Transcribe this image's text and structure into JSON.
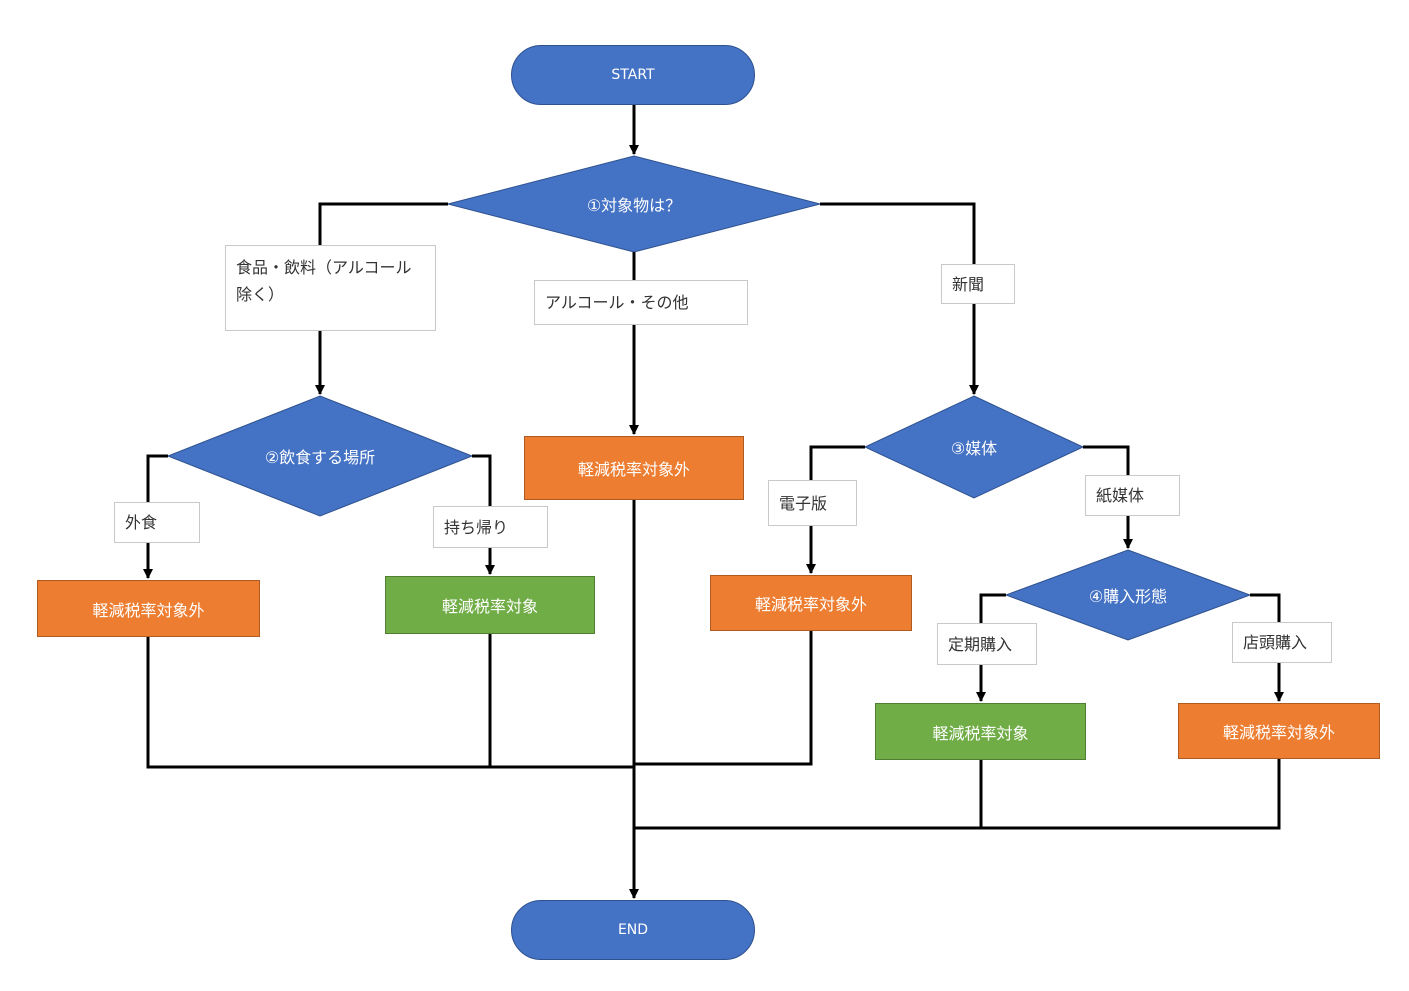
{
  "terminals": {
    "start": "START",
    "end": "END"
  },
  "decisions": {
    "q1": "①対象物は？",
    "q2": "②飲食する場所",
    "q3": "③媒体",
    "q4": "④購入形態"
  },
  "branches": {
    "food": "食品・飲料（アルコール除く）",
    "alcohol_other": "アルコール・その他",
    "newspaper": "新聞",
    "dine_in": "外食",
    "takeout": "持ち帰り",
    "digital": "電子版",
    "paper": "紙媒体",
    "subscription": "定期購入",
    "store": "店頭購入"
  },
  "results": {
    "dine_in": "軽減税率対象外",
    "takeout": "軽減税率対象",
    "alcohol_other": "軽減税率対象外",
    "digital": "軽減税率対象外",
    "subscription": "軽減税率対象",
    "store": "軽減税率対象外"
  },
  "colors": {
    "terminal": "#4472c4",
    "decision": "#4472c4",
    "not_applicable": "#ed7d31",
    "applicable": "#70ad47",
    "connector": "#000000"
  }
}
